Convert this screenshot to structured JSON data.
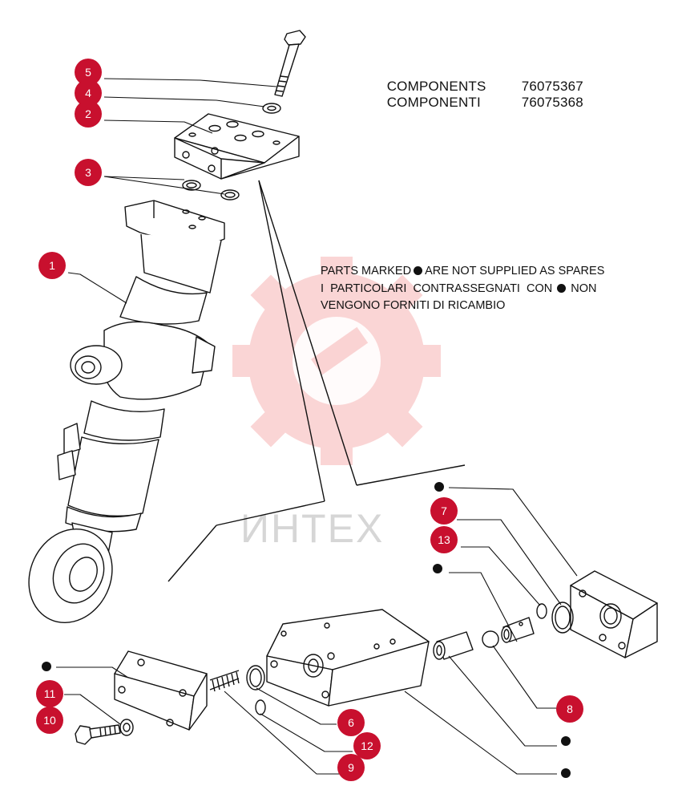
{
  "header": {
    "line1_label": "COMPONENTS",
    "line1_code": "76075367",
    "line2_label": "COMPONENTI",
    "line2_code": "76075368"
  },
  "note": {
    "en_prefix": "PARTS MARKED",
    "en_suffix": "ARE NOT SUPPLIED AS SPARES",
    "it_prefix": "I  PARTICOLARI  CONTRASSEGNATI  CON",
    "it_suffix": "NON",
    "it_line2": "VENGONO FORNITI DI RICAMBIO"
  },
  "watermark": {
    "text": "ИНТЕХ",
    "color": "#f2a0a0"
  },
  "colors": {
    "callout": "#c8102e",
    "line": "#111111"
  },
  "callouts": [
    {
      "id": "c5",
      "label": "5"
    },
    {
      "id": "c4",
      "label": "4"
    },
    {
      "id": "c2",
      "label": "2"
    },
    {
      "id": "c3",
      "label": "3"
    },
    {
      "id": "c1",
      "label": "1"
    },
    {
      "id": "c7",
      "label": "7"
    },
    {
      "id": "c13",
      "label": "13"
    },
    {
      "id": "c8",
      "label": "8"
    },
    {
      "id": "c11",
      "label": "11"
    },
    {
      "id": "c10",
      "label": "10"
    },
    {
      "id": "c6",
      "label": "6"
    },
    {
      "id": "c12",
      "label": "12"
    },
    {
      "id": "c9",
      "label": "9"
    }
  ]
}
